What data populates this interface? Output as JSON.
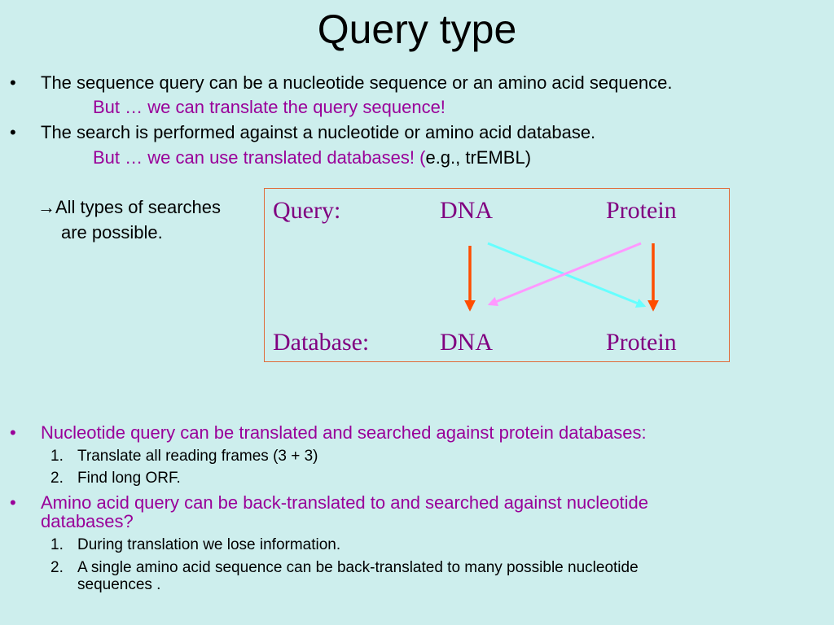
{
  "title": "Query type",
  "bullets_top": [
    {
      "text": "The sequence query can be a nucleotide sequence or an amino acid sequence.",
      "sub": "But … we can translate the query sequence!"
    },
    {
      "text": "The search is performed against a nucleotide or amino acid database.",
      "sub_colored": "But … we can use translated databases! (",
      "sub_plain": "e.g., trEMBL)"
    }
  ],
  "conclusion": {
    "arrow": "→",
    "line1": "All types of searches",
    "line2": "are possible."
  },
  "diagram": {
    "query_label": "Query:",
    "database_label": "Database:",
    "query_dna": "DNA",
    "query_protein": "Protein",
    "db_dna": "DNA",
    "db_protein": "Protein",
    "colors": {
      "vertical_arrows": "#ff4d00",
      "cyan_arrow": "#66ffff",
      "pink_arrow": "#ff99ff",
      "text": "#800080",
      "border": "#e06b3a"
    }
  },
  "bullets_bottom": [
    {
      "text": "Nucleotide query can be translated and searched against protein databases:",
      "items": [
        "Translate all reading frames (3 + 3)",
        "Find long ORF."
      ]
    },
    {
      "text_line1": "Amino acid query can be back-translated to and searched against nucleotide",
      "text_line2": "databases?",
      "items": [
        "During translation we lose information.",
        "A single amino acid sequence can be back-translated to many possible nucleotide"
      ],
      "item2_line2": "sequences ."
    }
  ],
  "bullet_symbol": "•",
  "numbers": [
    "1.",
    "2."
  ]
}
